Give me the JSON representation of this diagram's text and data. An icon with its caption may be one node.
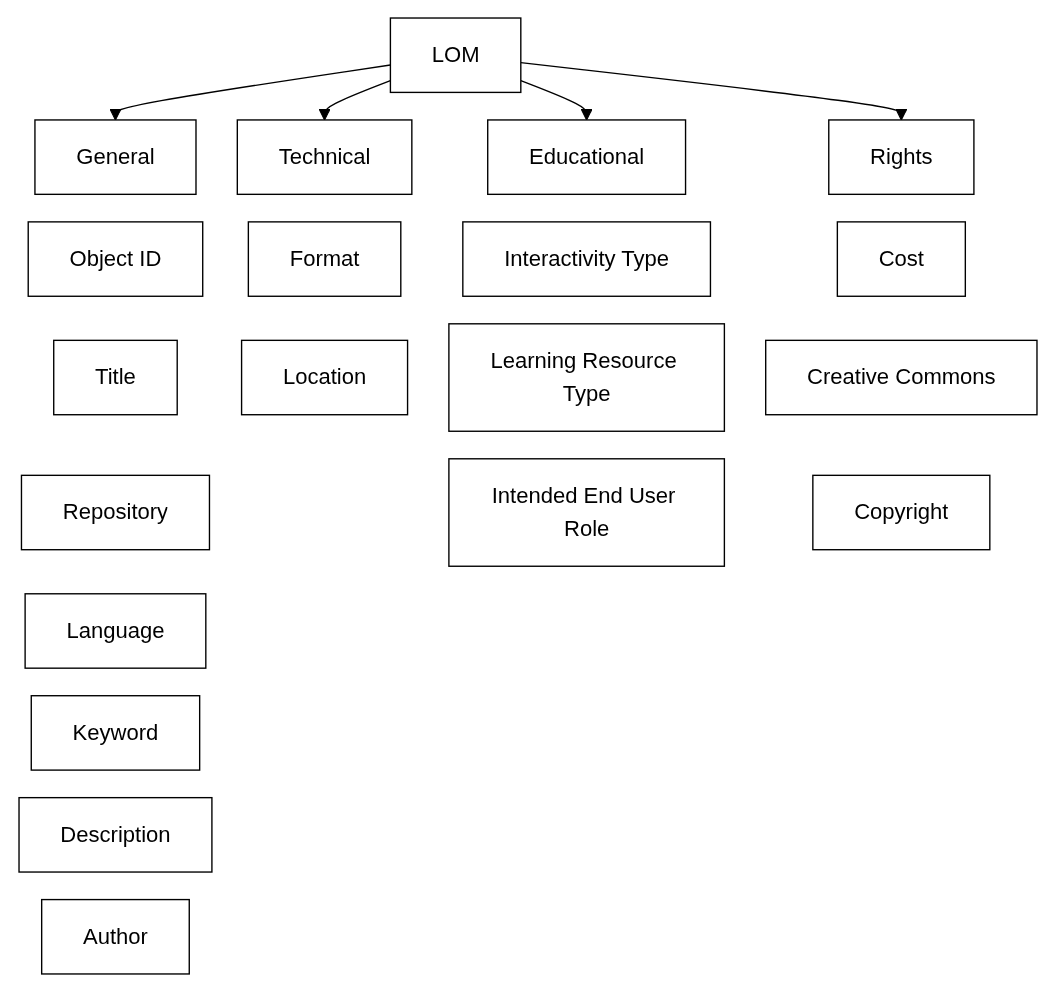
{
  "diagram": {
    "nodes": [
      {
        "text": [
          "LOM"
        ]
      },
      {
        "text": [
          "General"
        ]
      },
      {
        "text": [
          "Technical"
        ]
      },
      {
        "text": [
          "Educational"
        ]
      },
      {
        "text": [
          "Rights"
        ]
      },
      {
        "text": [
          "Object ID"
        ]
      },
      {
        "text": [
          "Title"
        ]
      },
      {
        "text": [
          "Repository"
        ]
      },
      {
        "text": [
          "Language"
        ]
      },
      {
        "text": [
          "Keyword"
        ]
      },
      {
        "text": [
          "Description"
        ]
      },
      {
        "text": [
          "Author"
        ]
      },
      {
        "text": [
          "Format"
        ]
      },
      {
        "text": [
          "Location"
        ]
      },
      {
        "text": [
          "Interactivity Type"
        ]
      },
      {
        "text": [
          "Learning Resource Type"
        ]
      },
      {
        "text": [
          "Intended End User Role"
        ]
      },
      {
        "text": [
          "Cost"
        ]
      },
      {
        "text": [
          "Creative Commons"
        ]
      },
      {
        "text": [
          "Copyright"
        ]
      }
    ],
    "edges": [
      {
        "from": 0,
        "to": 1,
        "arrow": "to"
      },
      {
        "from": 0,
        "to": 2,
        "arrow": "to"
      },
      {
        "from": 0,
        "to": 3,
        "arrow": "to"
      },
      {
        "from": 0,
        "to": 4,
        "arrow": "to"
      }
    ]
  }
}
